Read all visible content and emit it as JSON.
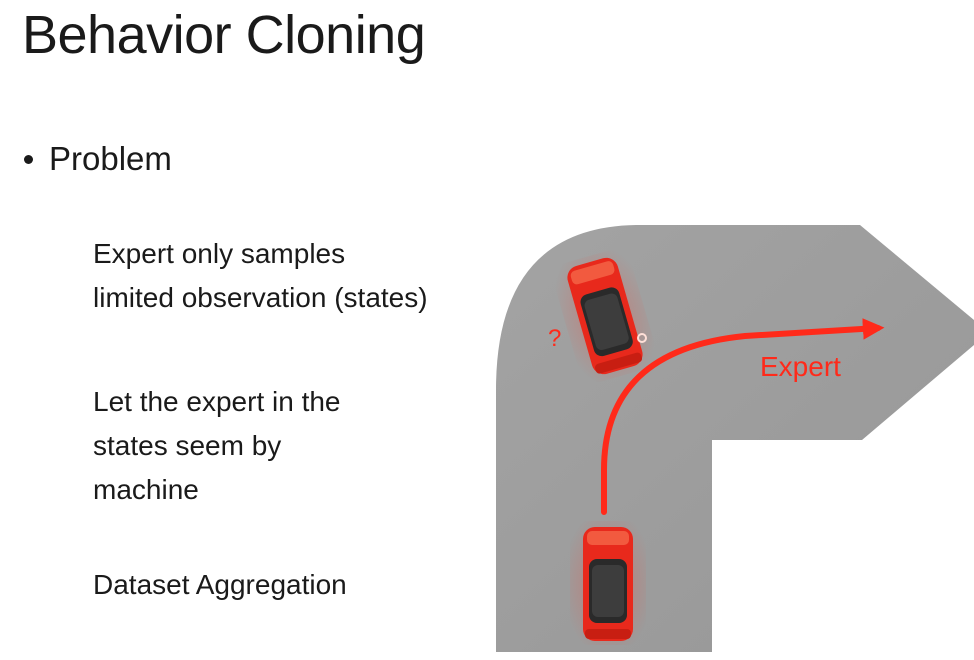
{
  "slide": {
    "title": "Behavior Cloning",
    "bullet": "Problem",
    "points": [
      {
        "lines": [
          "Expert only samples",
          "limited observation (states)"
        ]
      },
      {
        "lines": [
          "Let the expert in the",
          "states seem by",
          "machine"
        ]
      },
      {
        "lines": [
          "Dataset Aggregation"
        ]
      }
    ]
  },
  "diagram": {
    "path_label": "Expert",
    "question_mark": "?",
    "colors": {
      "road": "#9e9e9e",
      "trajectory": "#ff2a1a",
      "car_body": "#e8291c",
      "car_roof": "#2a2a2a"
    }
  }
}
